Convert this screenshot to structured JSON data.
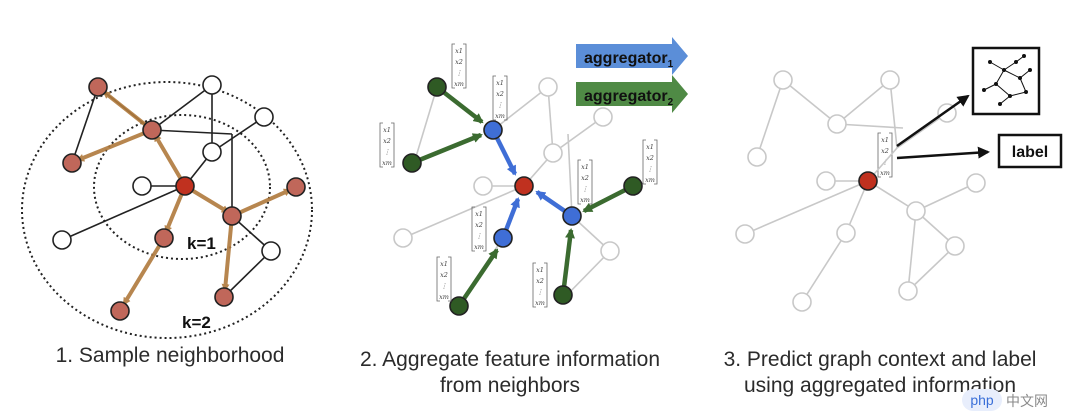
{
  "panels": [
    {
      "caption_lines": [
        "1. Sample neighborhood"
      ]
    },
    {
      "caption_lines": [
        "2. Aggregate feature information",
        "from neighbors"
      ]
    },
    {
      "caption_lines": [
        "3. Predict graph context and label",
        "using aggregated information"
      ]
    }
  ],
  "k_labels": {
    "inner": "k=1",
    "outer": "k=2"
  },
  "aggregators": [
    {
      "label": "aggregator",
      "sub": "1",
      "color": "#5b8ed8"
    },
    {
      "label": "aggregator",
      "sub": "2",
      "color": "#4f8a45"
    }
  ],
  "prediction_label": "label",
  "vector_entries": [
    "x1",
    "x2",
    "⋮",
    "xm"
  ],
  "colors": {
    "target": "#c0311f",
    "sampled": "#c0675a",
    "sample_edge": "#b07a3c",
    "hop1": "#3f6ed6",
    "hop2": "#2f5a24",
    "faded": "#c8c8c8"
  },
  "watermark": {
    "badge": "php",
    "text": "中文网"
  }
}
